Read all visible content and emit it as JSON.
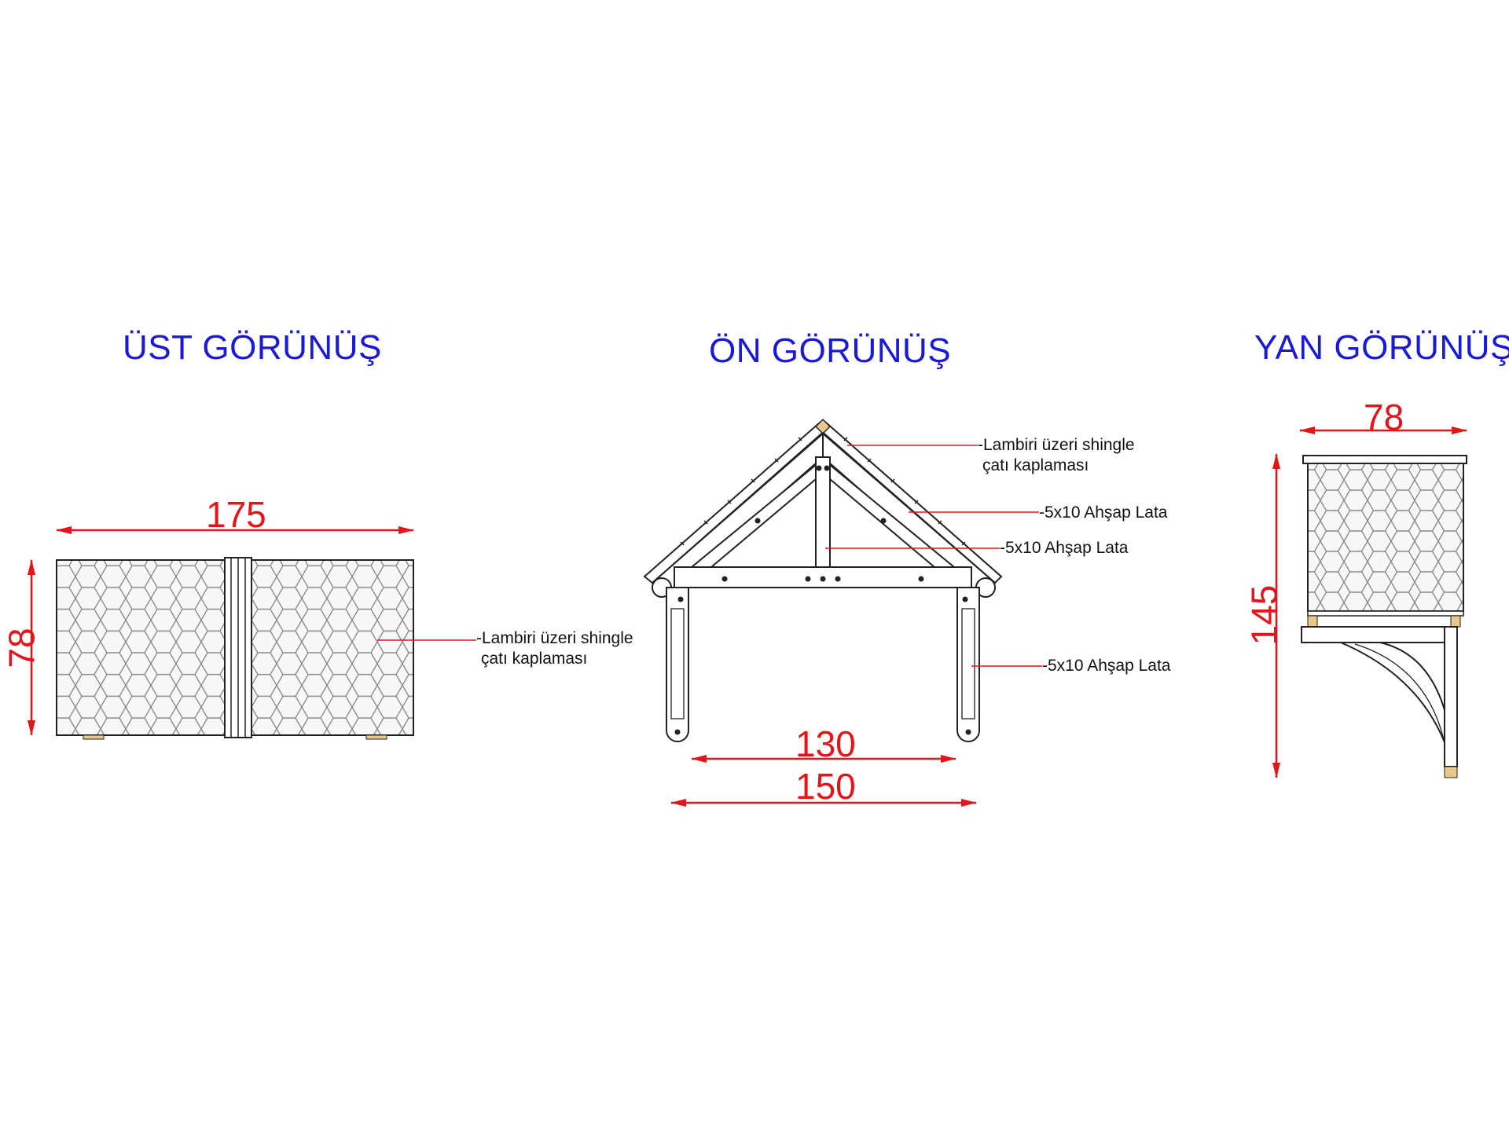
{
  "views": {
    "top": {
      "title": "ÜST GÖRÜNÜŞ",
      "dim_width": "175",
      "dim_depth": "78",
      "note_1": "-Lambiri üzeri shingle",
      "note_2": "çatı kaplaması"
    },
    "front": {
      "title": "ÖN GÖRÜNÜŞ",
      "dim_inner": "130",
      "dim_outer": "150",
      "note_roof_1": "-Lambiri üzeri shingle",
      "note_roof_2": "çatı kaplaması",
      "note_rafter": "-5x10 Ahşap Lata",
      "note_king": "-5x10 Ahşap Lata",
      "note_post": "-5x10 Ahşap Lata"
    },
    "side": {
      "title": "YAN GÖRÜNÜŞ",
      "dim_width": "78",
      "dim_height": "145"
    }
  },
  "colors": {
    "title": "#1a1ad6",
    "dimension": "#e3151a",
    "line": "#222222",
    "wood": "#e8c98a",
    "shingle_bg": "#f7f7f7",
    "shingle_line": "#8a8a8a"
  }
}
